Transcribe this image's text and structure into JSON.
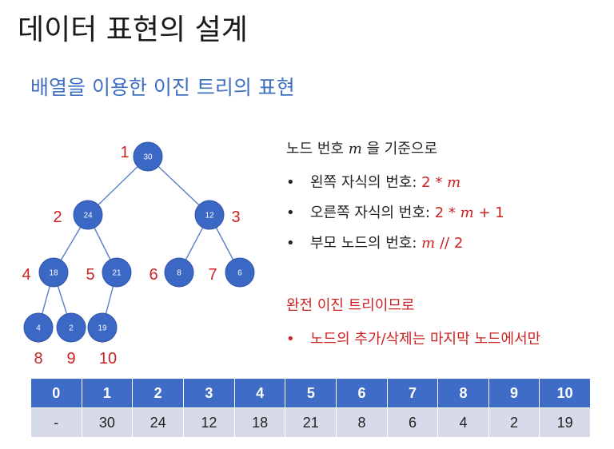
{
  "title": "데이터 표현의 설계",
  "subtitle": "배열을 이용한 이진 트리의 표현",
  "tree": {
    "nodes": [
      {
        "index": "1",
        "value": "30"
      },
      {
        "index": "2",
        "value": "24"
      },
      {
        "index": "3",
        "value": "12"
      },
      {
        "index": "4",
        "value": "18"
      },
      {
        "index": "5",
        "value": "21"
      },
      {
        "index": "6",
        "value": "8"
      },
      {
        "index": "7",
        "value": "6"
      },
      {
        "index": "8",
        "value": "4"
      },
      {
        "index": "9",
        "value": "2"
      },
      {
        "index": "10",
        "value": "19"
      }
    ]
  },
  "rules": {
    "header_prefix": "노드 번호",
    "header_var": "m",
    "header_suffix": "을 기준으로",
    "items": [
      {
        "label": "왼쪽 자식의 번호:",
        "formula_pre": "2 * ",
        "formula_var": "m",
        "formula_post": ""
      },
      {
        "label": "오른쪽 자식의 번호:",
        "formula_pre": "2 * ",
        "formula_var": "m",
        "formula_post": " + 1"
      },
      {
        "label": "부모 노드의 번호:",
        "formula_pre": "",
        "formula_var": "m",
        "formula_post": " // 2"
      }
    ],
    "bullet": "•"
  },
  "note": {
    "header": "완전 이진 트리이므로",
    "item": "노드의 추가/삭제는 마지막 노드에서만"
  },
  "array": {
    "indices": [
      "0",
      "1",
      "2",
      "3",
      "4",
      "5",
      "6",
      "7",
      "8",
      "9",
      "10"
    ],
    "values": [
      "-",
      "30",
      "24",
      "12",
      "18",
      "21",
      "8",
      "6",
      "4",
      "2",
      "19"
    ]
  },
  "colors": {
    "node_fill": "#3b68c4",
    "accent_red": "#cc2222",
    "subtitle_blue": "#3f6fc1",
    "table_header": "#3f6cc6",
    "table_body": "#d7dbe9"
  }
}
